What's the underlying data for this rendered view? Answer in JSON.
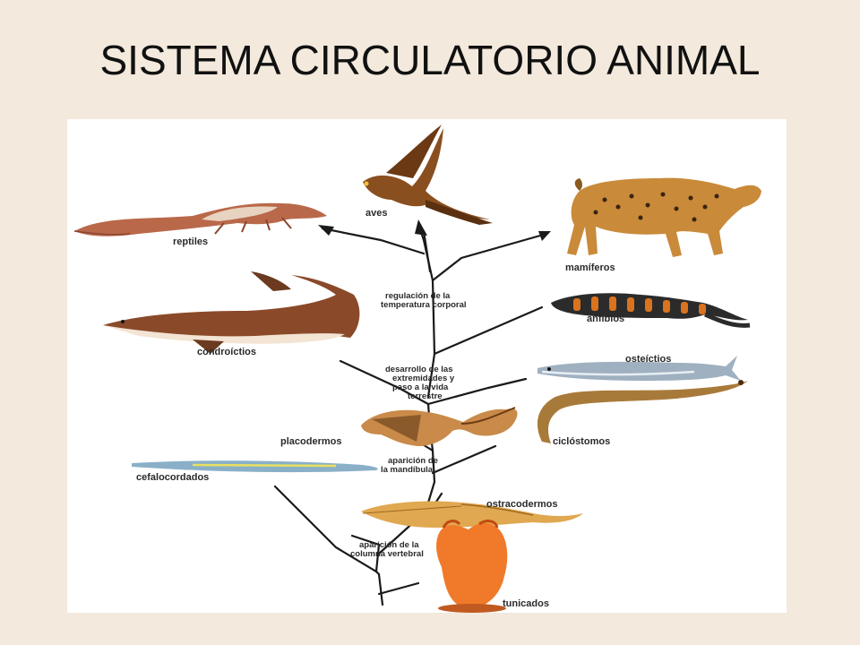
{
  "slide": {
    "title": "SISTEMA CIRCULATORIO ANIMAL"
  },
  "diagram": {
    "groups": {
      "aves": "aves",
      "reptiles": "reptiles",
      "mamiferos": "mamíferos",
      "anfibios": "anfibios",
      "condroictios": "condroíctios",
      "osteictios": "osteíctios",
      "placodermos": "placodermos",
      "ciclostomos": "ciclóstomos",
      "cefalocordados": "cefalocordados",
      "ostracodermos": "ostracodermos",
      "tunicados": "tunicados"
    },
    "milestones": {
      "temperatura": [
        "regulación de la",
        "temperatura corporal"
      ],
      "extremidades": [
        "desarrollo de las",
        "extremidades y",
        "paso a la vida",
        "terrestre"
      ],
      "mandibula": [
        "aparición de",
        "la mandíbula"
      ],
      "columna": [
        "aparición de la",
        "columna vertebral"
      ]
    }
  }
}
